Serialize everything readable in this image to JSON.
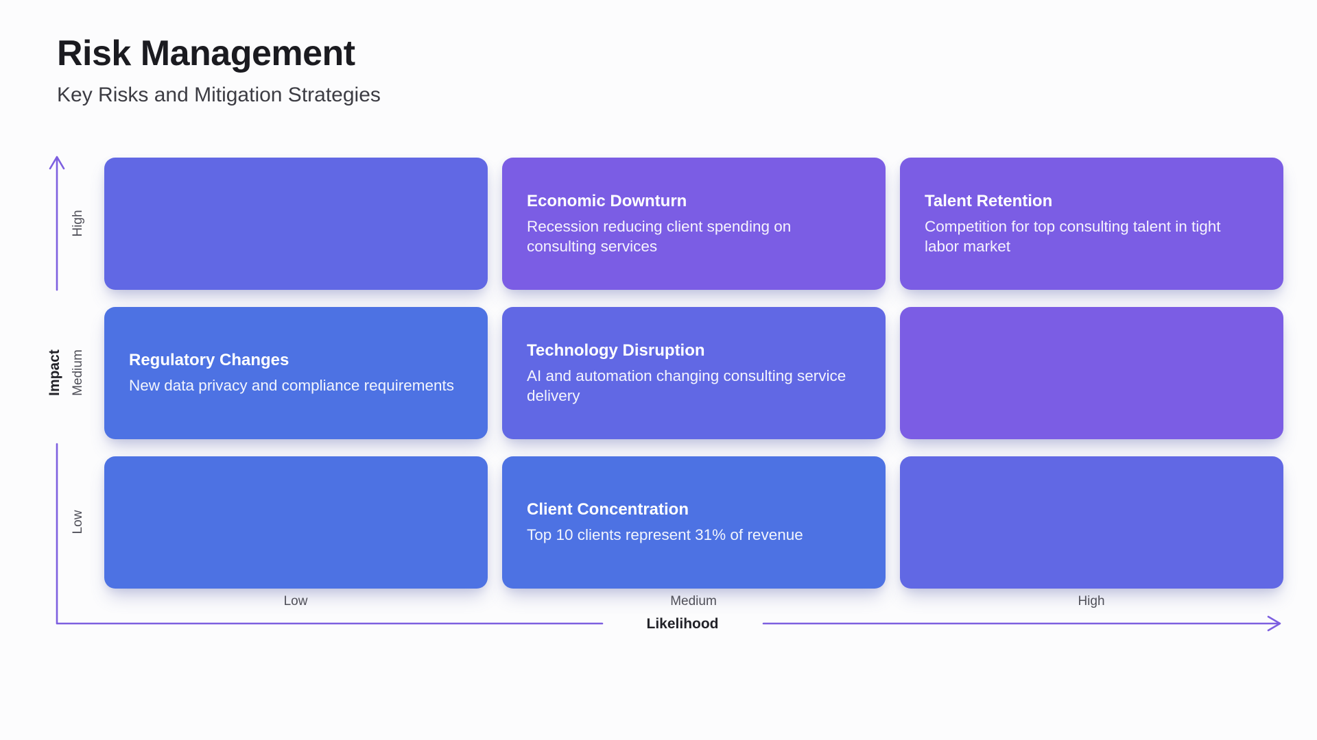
{
  "header": {
    "title": "Risk Management",
    "subtitle": "Key Risks and Mitigation Strategies"
  },
  "colors": {
    "levels": {
      "low": "#4d72e3",
      "medium": "#6168e4",
      "high": "#7b5de4"
    },
    "axis_line": "#7d5fe0"
  },
  "matrix": {
    "y_axis": {
      "title": "Impact",
      "ticks": [
        "High",
        "Medium",
        "Low"
      ]
    },
    "x_axis": {
      "title": "Likelihood",
      "ticks": [
        "Low",
        "Medium",
        "High"
      ]
    },
    "cells": [
      {
        "level": "medium",
        "title": "",
        "desc": ""
      },
      {
        "level": "high",
        "title": "Economic Downturn",
        "desc": "Recession reducing client spending on consulting services"
      },
      {
        "level": "high",
        "title": "Talent Retention",
        "desc": "Competition for top consulting talent in tight labor market"
      },
      {
        "level": "low",
        "title": "Regulatory Changes",
        "desc": "New data privacy and compliance requirements"
      },
      {
        "level": "medium",
        "title": "Technology Disruption",
        "desc": "AI and automation changing consulting service delivery"
      },
      {
        "level": "high",
        "title": "",
        "desc": ""
      },
      {
        "level": "low",
        "title": "",
        "desc": ""
      },
      {
        "level": "low",
        "title": "Client Concentration",
        "desc": "Top 10 clients represent 31% of revenue"
      },
      {
        "level": "medium",
        "title": "",
        "desc": ""
      }
    ]
  }
}
